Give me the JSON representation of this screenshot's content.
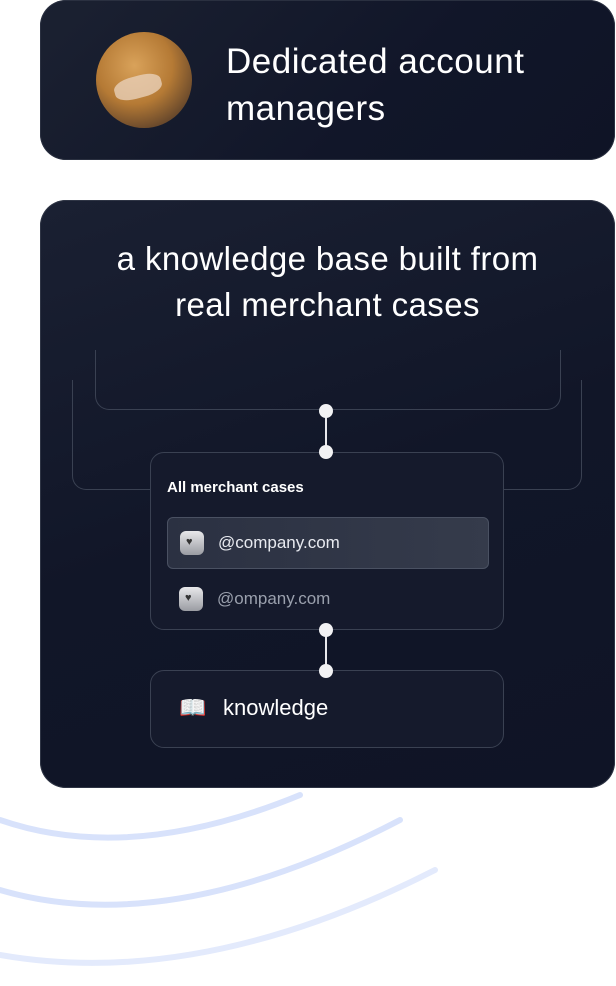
{
  "card_top": {
    "title": "Dedicated account managers"
  },
  "card_main": {
    "title": "a knowledge base built from real merchant cases",
    "cases_box": {
      "title": "All merchant cases",
      "items": [
        {
          "label": "@company.com",
          "icon": "calendar-heart-icon",
          "selected": true
        },
        {
          "label": "@ompany.com",
          "icon": "calendar-heart-icon",
          "selected": false
        }
      ]
    },
    "knowledge_box": {
      "label": "knowledge",
      "icon": "book-icon"
    }
  }
}
